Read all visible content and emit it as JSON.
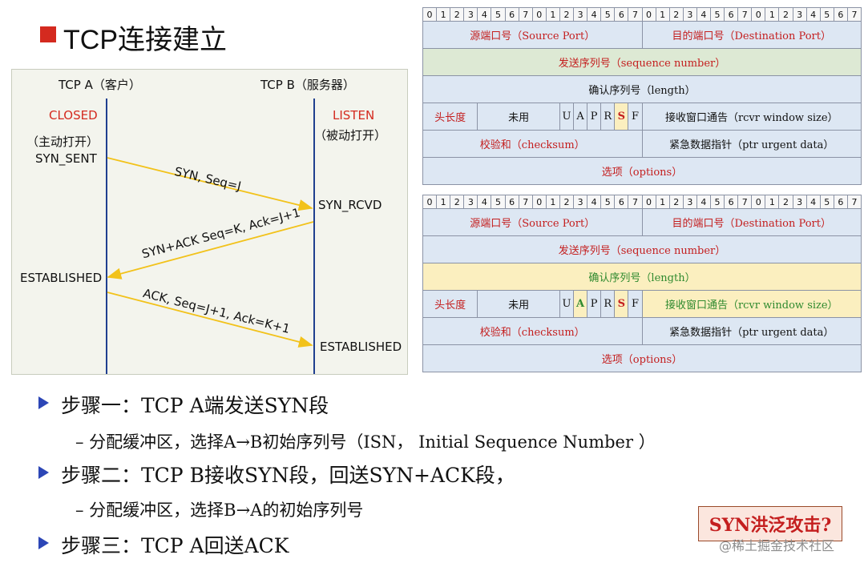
{
  "title": "TCP连接建立",
  "diagram": {
    "host_a": "TCP A（客户）",
    "host_b": "TCP B（服务器）",
    "a_state_closed": "CLOSED",
    "a_open": "（主动打开）",
    "a_state_syn_sent": "SYN_SENT",
    "b_state_listen": "LISTEN",
    "b_open": "（被动打开）",
    "b_state_syn_rcvd": "SYN_RCVD",
    "a_state_established": "ESTABLISHED",
    "b_state_established": "ESTABLISHED",
    "msg1": "SYN, Seq=J",
    "msg2": "SYN+ACK Seq=K, Ack=J+1",
    "msg3": "ACK, Seq=J+1, Ack=K+1",
    "arrow_color": "#f2c21a",
    "line_color": "#1f3f8f"
  },
  "header_table": {
    "bits": [
      "0",
      "1",
      "2",
      "3",
      "4",
      "5",
      "6",
      "7",
      "0",
      "1",
      "2",
      "3",
      "4",
      "5",
      "6",
      "7",
      "0",
      "1",
      "2",
      "3",
      "4",
      "5",
      "6",
      "7",
      "0",
      "1",
      "2",
      "3",
      "4",
      "5",
      "6",
      "7"
    ],
    "source_port": "源端口号（Source Port）",
    "dest_port": "目的端口号（Destination Port）",
    "seq": "发送序列号（sequence number）",
    "ack": "确认序列号（length）",
    "hlen": "头长度",
    "unused": "未用",
    "flags": [
      "U",
      "A",
      "P",
      "R",
      "S",
      "F"
    ],
    "window": "接收窗口通告（rcvr window size）",
    "checksum": "校验和（checksum）",
    "urgent": "紧急数据指针（ptr urgent data）",
    "options": "选项（options）"
  },
  "bullets": [
    {
      "text": "步骤一：TCP A端发送SYN段"
    },
    {
      "text": "步骤二：TCP B接收SYN段，回送SYN+ACK段，"
    },
    {
      "text": "步骤三：TCP A回送ACK"
    }
  ],
  "sub_bullets": [
    {
      "text": "– 分配缓冲区，选择A→B初始序列号（ISN， Initial Sequence Number ）"
    },
    {
      "text": "– 分配缓冲区，选择B→A的初始序列号"
    }
  ],
  "callout": "SYN洪泛攻击?",
  "watermark": "@稀土掘金技术社区",
  "colors": {
    "accent_red": "#d42a1f",
    "bullet_arrow": "#2c46b6"
  }
}
